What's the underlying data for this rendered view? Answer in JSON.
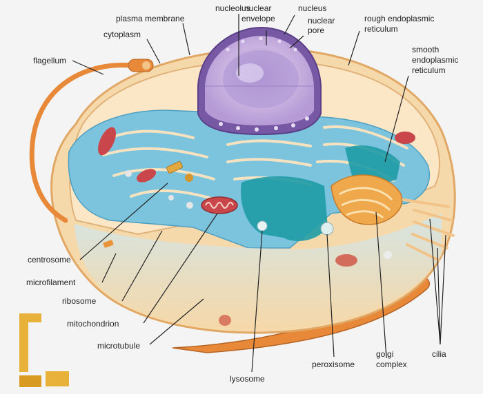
{
  "labels": {
    "nucleolus": "nucleolus",
    "nuclear_envelope": [
      "nuclear",
      "envelope"
    ],
    "nucleus": "nucleus",
    "nuclear_pore": [
      "nuclear",
      "pore"
    ],
    "plasma_membrane": "plasma membrane",
    "cytoplasm": "cytoplasm",
    "flagellum": "flagellum",
    "rough_er": [
      "rough endoplasmic",
      "reticulum"
    ],
    "smooth_er": [
      "smooth",
      "endoplasmic",
      "reticulum"
    ],
    "centrosome": "centrosome",
    "microfilament": "microfilament",
    "ribosome": "ribosome",
    "mitochondrion": "mitochondrion",
    "microtubule": "microtubule",
    "lysosome": "lysosome",
    "peroxisome": "peroxisome",
    "golgi_complex": [
      "golgi",
      "complex"
    ],
    "cilia": "cilia"
  },
  "colors": {
    "background": "#f4f4f4",
    "membrane": "#f1c78e",
    "cytoplasm": "#fbe6c6",
    "er_blue": "#74c0dd",
    "teal": "#1f9ca6",
    "nucleus_purple": "#7658a5",
    "nucleoplasm": "#c9b3e0",
    "golgi": "#f0a84d",
    "flagellum": "#e8893a",
    "mitochondrion": "#c9474a",
    "logo": "#e8b23a"
  },
  "logo": {
    "icon": "bracket-logo-icon"
  }
}
